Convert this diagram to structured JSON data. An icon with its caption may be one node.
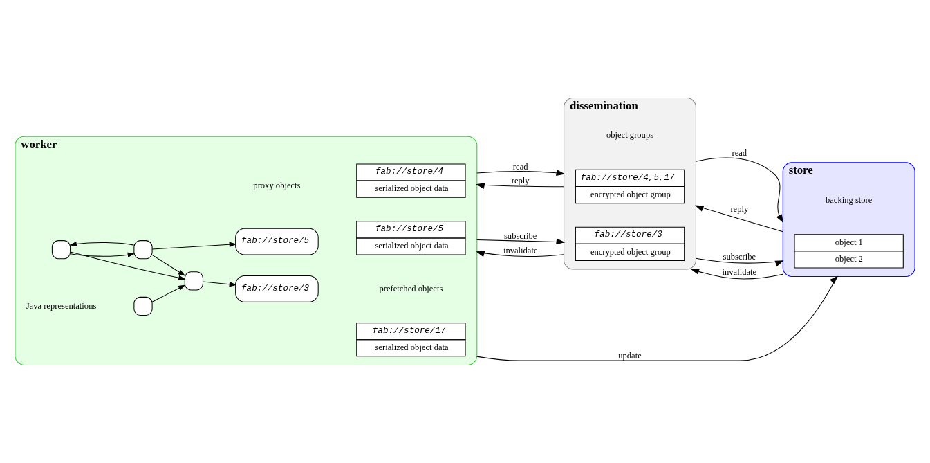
{
  "diagram": {
    "nodes": [
      {
        "text": [
          "worker"
        ]
      },
      {
        "text": [],
        "shape": "box",
        "in": 0
      },
      {
        "text": [],
        "shape": "box",
        "in": 0
      },
      {
        "text": [],
        "shape": "box",
        "in": 0
      },
      {
        "text": [],
        "shape": "box",
        "in": 0
      },
      {
        "text": [
          "fab://store/3"
        ],
        "in": 0
      },
      {
        "text": [
          "fab://store/5"
        ],
        "in": 0
      },
      {
        "text": [
          "fab://store/4",
          "serialized object data"
        ],
        "in": 0
      },
      {
        "text": [
          "fab://store/5",
          "serialized object data"
        ],
        "in": 0
      },
      {
        "text": [
          "fab://store/17",
          "serialized object data"
        ],
        "in": 0
      },
      {
        "text": [
          "dissemination"
        ]
      },
      {
        "text": [
          "fab://store/4,5,17",
          "encrypted object group"
        ],
        "in": 10
      },
      {
        "text": [
          "fab://store/3",
          "encrypted object group"
        ],
        "in": 10
      },
      {
        "text": [
          "store"
        ]
      },
      {
        "text": [
          "object 1",
          "object 2"
        ],
        "in": 13
      }
    ],
    "edges": [
      {
        "from": 2,
        "to": 4,
        "arrow": "to"
      },
      {
        "from": 1,
        "to": 4,
        "arrow": "to"
      },
      {
        "from": 1,
        "to": 3,
        "arrow": "to"
      },
      {
        "from": 3,
        "to": 1,
        "arrow": "to"
      },
      {
        "from": 3,
        "to": 4,
        "arrow": "to"
      },
      {
        "from": 4,
        "to": 5,
        "arrow": "to"
      },
      {
        "from": 3,
        "to": 6,
        "arrow": "to"
      },
      {
        "from": 0,
        "to": 10,
        "arrow": "to",
        "label": "read"
      },
      {
        "from": 10,
        "to": 0,
        "arrow": "to",
        "label": "reply"
      },
      {
        "from": 0,
        "to": 10,
        "arrow": "to",
        "label": "subscribe"
      },
      {
        "from": 10,
        "to": 0,
        "arrow": "to",
        "label": "invalidate"
      },
      {
        "from": 10,
        "to": 13,
        "arrow": "to",
        "label": "read"
      },
      {
        "from": 13,
        "to": 10,
        "arrow": "to",
        "label": "reply"
      },
      {
        "from": 10,
        "to": 13,
        "arrow": "to",
        "label": "subscribe"
      },
      {
        "from": 13,
        "to": 10,
        "arrow": "to",
        "label": "invalidate"
      },
      {
        "from": 0,
        "to": 13,
        "arrow": "to",
        "label": "update"
      }
    ],
    "labels": [
      "Java representations",
      "prefetched objects",
      "object groups",
      "backing store",
      "proxy objects"
    ]
  }
}
